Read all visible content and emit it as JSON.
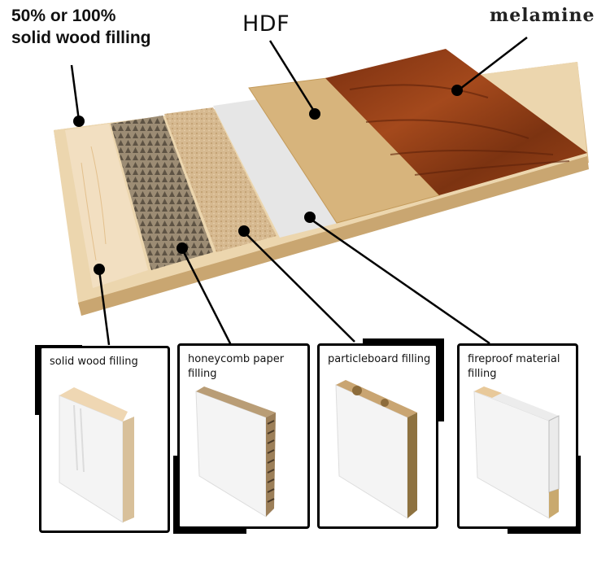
{
  "labels": {
    "solid_wood_title": "50% or 100%\nsolid wood filling",
    "hdf": "HDF",
    "melamine": "melamine"
  },
  "layers": [
    {
      "name": "solid wood filling",
      "color": "#efd9b8"
    },
    {
      "name": "honeycomb paper filling",
      "color": "#8f8270"
    },
    {
      "name": "particleboard filling",
      "color": "#d3b48e"
    },
    {
      "name": "fireproof material filling",
      "color": "#e4e4e4"
    },
    {
      "name": "HDF",
      "color": "#d9b57a"
    },
    {
      "name": "melamine",
      "color": "#8a3a14"
    }
  ],
  "boxes": [
    {
      "label": "solid wood filling"
    },
    {
      "label": "honeycomb paper\nfilling"
    },
    {
      "label": "particleboard filling"
    },
    {
      "label": "fireproof material\nfilling"
    }
  ],
  "colors": {
    "frame": "#e8cf9f",
    "frame_edge": "#d6b47c",
    "leader": "#000000",
    "door_white": "#f3f3f3"
  }
}
